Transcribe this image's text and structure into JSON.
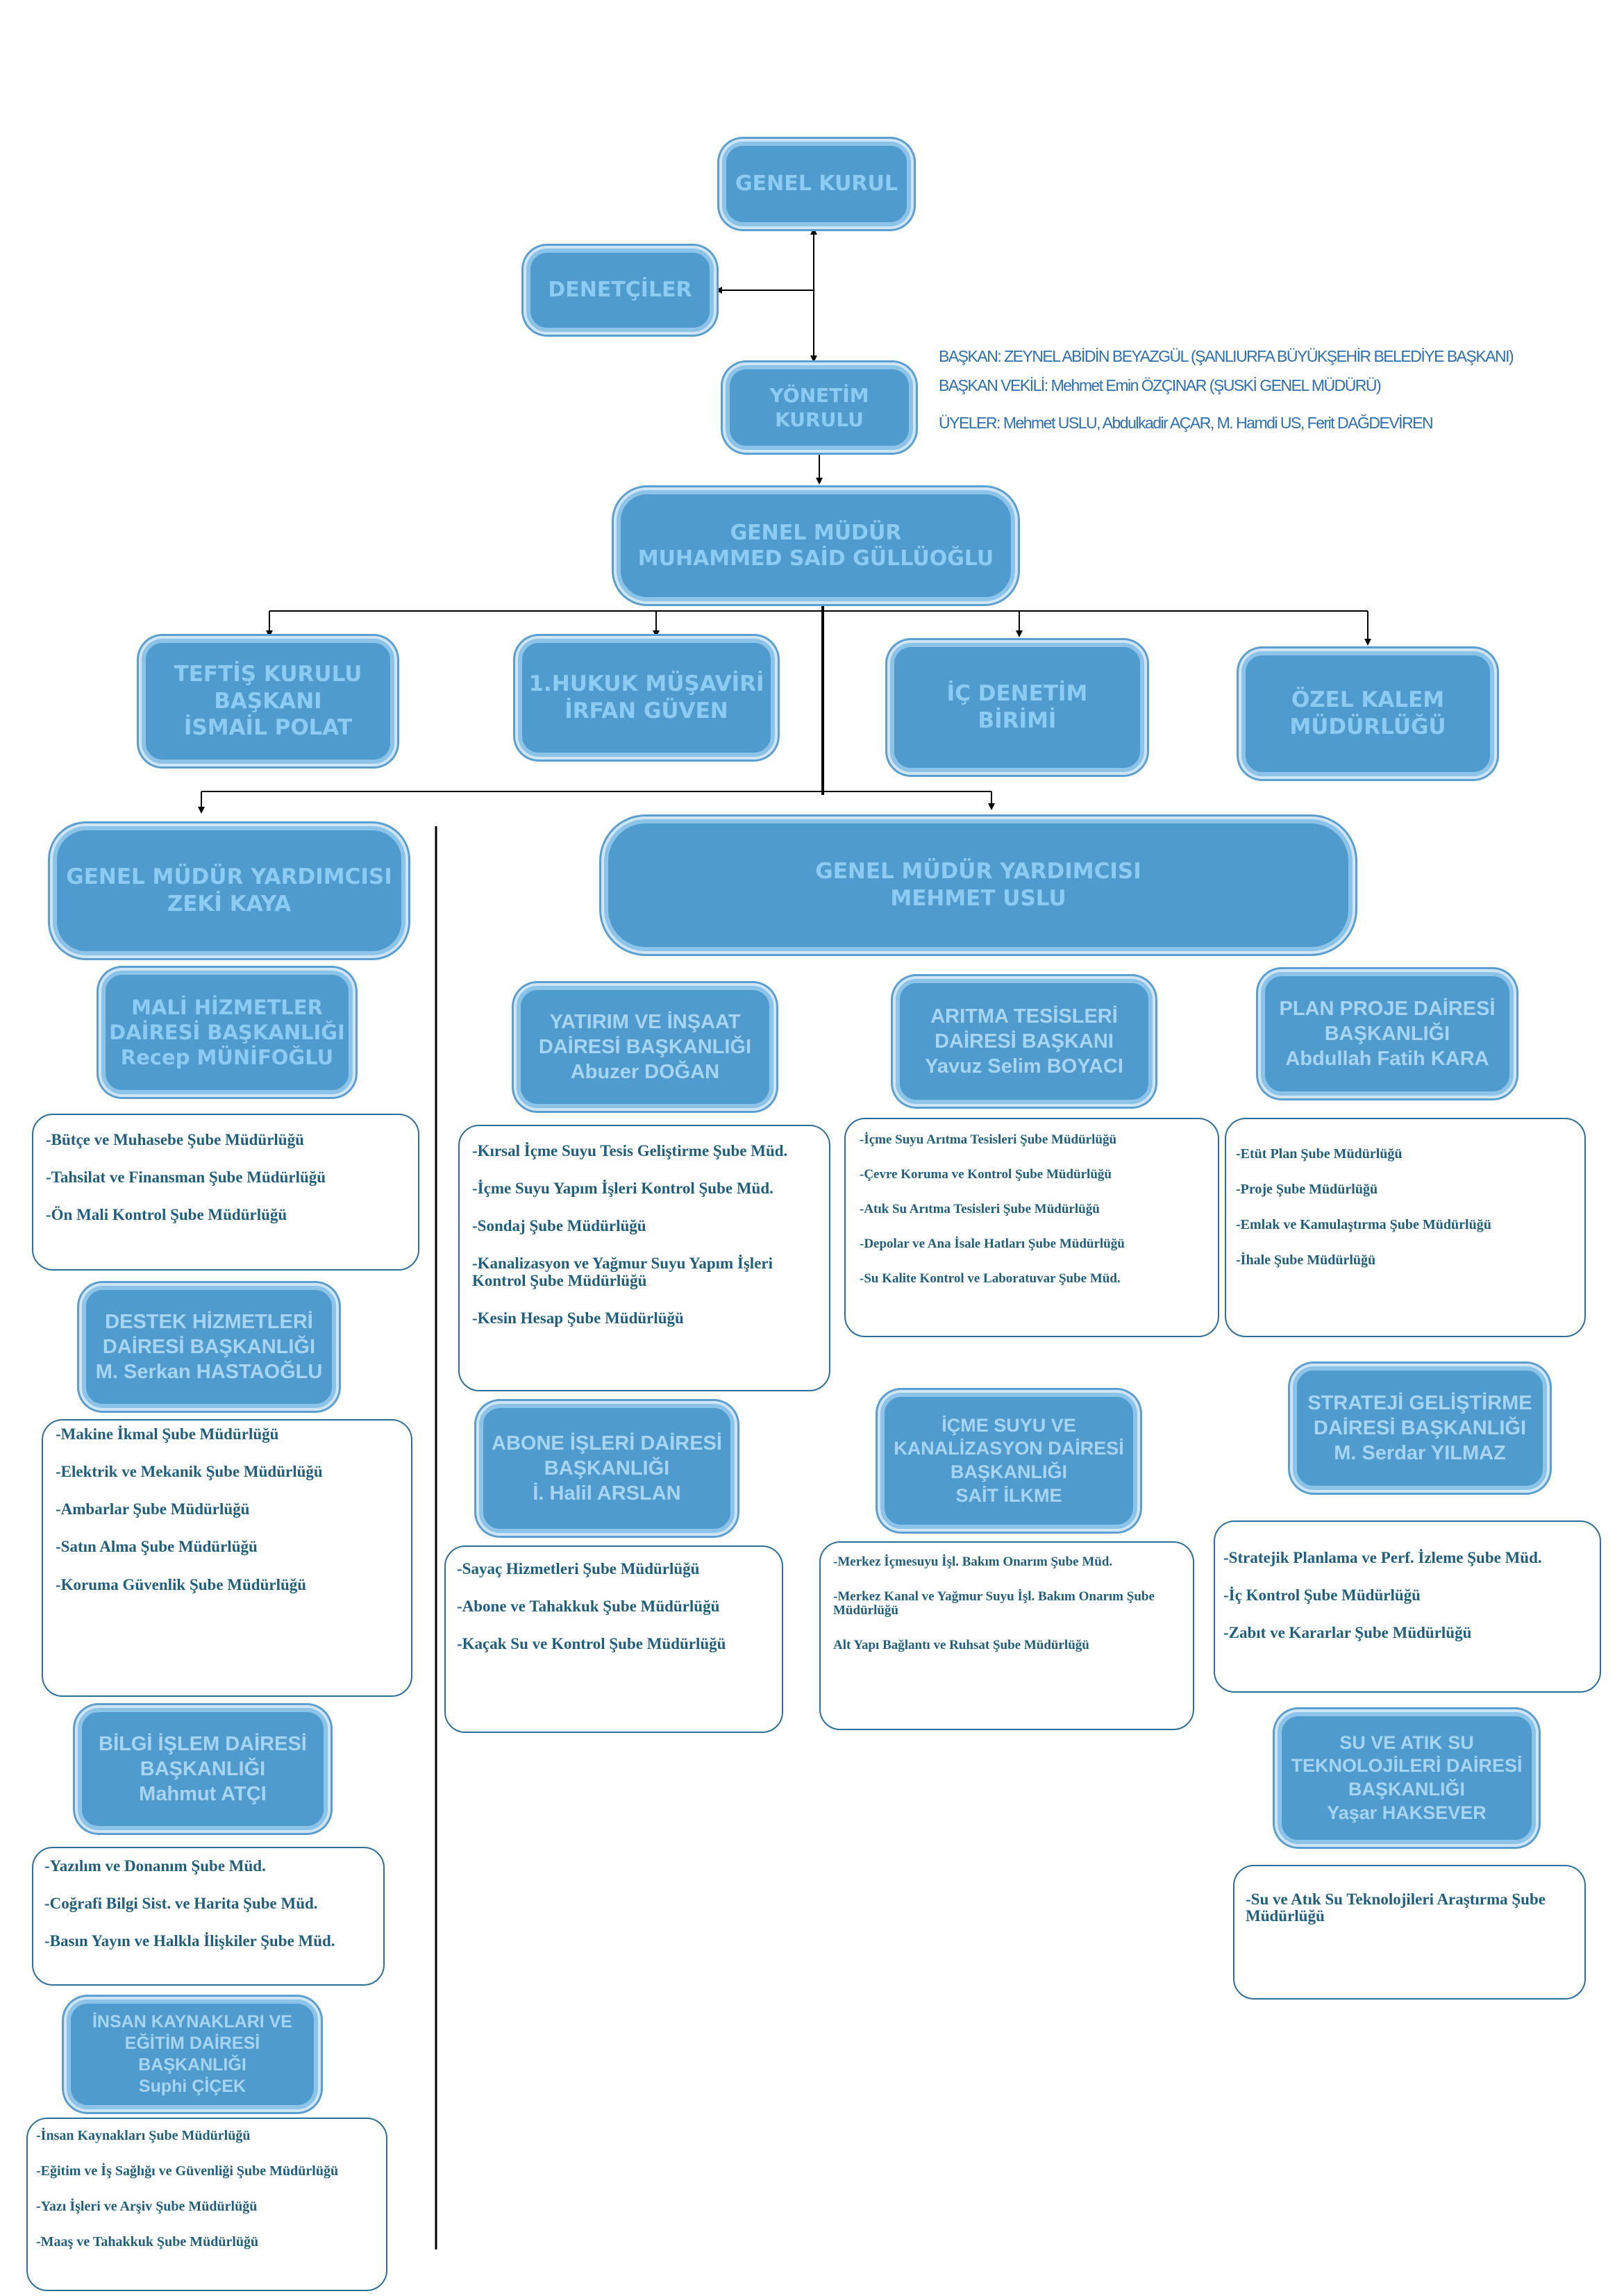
{
  "top": {
    "genel_kurul": "GENEL KURUL",
    "denetciler": "DENETÇİLER",
    "yonetim": [
      "YÖNETİM",
      "KURULU"
    ]
  },
  "board": {
    "baskan": "BAŞKAN: ZEYNEL ABİDİN BEYAZGÜL (ŞANLIURFA BÜYÜKŞEHİR BELEDİYE BAŞKANI)",
    "baskan_vekili": "BAŞKAN VEKİLİ: Mehmet Emin ÖZÇINAR (ŞUSKİ GENEL MÜDÜRÜ)",
    "uyeler": "ÜYELER: Mehmet USLU, Abdulkadir AÇAR, M. Hamdi US, Ferit DAĞDEVİREN"
  },
  "genel_mudur": [
    "GENEL MÜDÜR",
    "MUHAMMED SAİD GÜLLÜOĞLU"
  ],
  "units": {
    "teftis": [
      "TEFTİŞ KURULU",
      "BAŞKANI",
      "İSMAİL POLAT"
    ],
    "hukuk": [
      "1.HUKUK MÜŞAVİRİ",
      "İRFAN GÜVEN"
    ],
    "ic_denetim": [
      "İÇ DENETİM",
      "BİRİMİ"
    ],
    "ozel_kalem": [
      "ÖZEL KALEM",
      "MÜDÜRLÜĞÜ"
    ]
  },
  "gmy1": [
    "GENEL MÜDÜR YARDIMCISI",
    "ZEKİ KAYA"
  ],
  "gmy2": [
    "GENEL MÜDÜR YARDIMCISI",
    "MEHMET USLU"
  ],
  "depts": {
    "mali": {
      "title": [
        "MALİ HİZMETLER",
        "DAİRESİ BAŞKANLIĞI",
        "Recep MÜNİFOĞLU"
      ],
      "items": [
        "-Bütçe ve Muhasebe Şube Müdürlüğü",
        "-Tahsilat ve Finansman Şube Müdürlüğü",
        "-Ön Mali Kontrol Şube Müdürlüğü"
      ]
    },
    "destek": {
      "title": [
        "DESTEK HİZMETLERİ",
        "DAİRESİ BAŞKANLIĞI",
        "M. Serkan HASTAOĞLU"
      ],
      "items": [
        "-Makine İkmal Şube Müdürlüğü",
        "-Elektrik ve Mekanik Şube Müdürlüğü",
        "-Ambarlar Şube Müdürlüğü",
        "-Satın Alma Şube Müdürlüğü",
        "-Koruma Güvenlik Şube Müdürlüğü"
      ]
    },
    "bilgi": {
      "title": [
        "BİLGİ İŞLEM DAİRESİ",
        "BAŞKANLIĞI",
        "Mahmut ATÇI"
      ],
      "items": [
        "-Yazılım ve Donanım Şube Müd.",
        "-Coğrafi Bilgi Sist. ve Harita Şube Müd.",
        "-Basın Yayın ve Halkla İlişkiler Şube Müd."
      ]
    },
    "insan": {
      "title": [
        "İNSAN KAYNAKLARI VE",
        "EĞİTİM DAİRESİ BAŞKANLIĞI",
        "Suphi ÇİÇEK"
      ],
      "items": [
        "-İnsan Kaynakları Şube Müdürlüğü",
        "-Eğitim ve İş Sağlığı ve Güvenliği Şube Müdürlüğü",
        "-Yazı İşleri ve Arşiv Şube Müdürlüğü",
        "-Maaş ve Tahakkuk Şube Müdürlüğü"
      ]
    },
    "yatirim": {
      "title": [
        "YATIRIM VE İNŞAAT",
        "DAİRESİ BAŞKANLIĞI",
        "Abuzer DOĞAN"
      ],
      "items": [
        "-Kırsal İçme Suyu Tesis Geliştirme Şube Müd.",
        "-İçme Suyu Yapım İşleri Kontrol Şube Müd.",
        "-Sondaj Şube Müdürlüğü",
        "-Kanalizasyon ve Yağmur Suyu Yapım İşleri Kontrol Şube Müdürlüğü",
        "-Kesin Hesap Şube Müdürlüğü"
      ]
    },
    "aritma": {
      "title": [
        "ARITMA TESİSLERİ",
        "DAİRESİ BAŞKANI",
        "Yavuz Selim BOYACI"
      ],
      "items": [
        "-İçme Suyu Arıtma Tesisleri Şube Müdürlüğü",
        "-Çevre Koruma ve Kontrol Şube Müdürlüğü",
        "-Atık Su Arıtma Tesisleri Şube Müdürlüğü",
        "-Depolar ve Ana İsale Hatları Şube Müdürlüğü",
        "-Su Kalite Kontrol ve Laboratuvar Şube Müd."
      ]
    },
    "plan": {
      "title": [
        "PLAN PROJE DAİRESİ",
        "BAŞKANLIĞI",
        "Abdullah Fatih KARA"
      ],
      "items": [
        "-Etüt Plan Şube Müdürlüğü",
        "-Proje Şube Müdürlüğü",
        "-Emlak ve Kamulaştırma Şube Müdürlüğü",
        "-İhale Şube Müdürlüğü"
      ]
    },
    "abone": {
      "title": [
        "ABONE İŞLERİ DAİRESİ",
        "BAŞKANLIĞI",
        "İ. Halil ARSLAN"
      ],
      "items": [
        "-Sayaç Hizmetleri Şube Müdürlüğü",
        "-Abone ve Tahakkuk Şube Müdürlüğü",
        "-Kaçak Su ve Kontrol Şube Müdürlüğü"
      ]
    },
    "icme": {
      "title": [
        "İÇME SUYU VE",
        "KANALİZASYON DAİRESİ",
        "BAŞKANLIĞI",
        "SAİT İLKME"
      ],
      "items": [
        "-Merkez İçmesuyu İşl. Bakım Onarım Şube Müd.",
        "-Merkez Kanal ve Yağmur Suyu İşl. Bakım Onarım Şube Müdürlüğü",
        "Alt Yapı Bağlantı ve Ruhsat Şube Müdürlüğü"
      ]
    },
    "strateji": {
      "title": [
        "STRATEJİ GELİŞTİRME",
        "DAİRESİ BAŞKANLIĞI",
        "M. Serdar YILMAZ"
      ],
      "items": [
        "-Stratejik Planlama ve Perf. İzleme Şube Müd.",
        "-İç Kontrol Şube Müdürlüğü",
        "-Zabıt ve Kararlar Şube Müdürlüğü"
      ]
    },
    "su_atik": {
      "title": [
        "SU VE ATIK SU",
        "TEKNOLOJİLERİ DAİRESİ",
        "BAŞKANLIĞI",
        "Yaşar HAKSEVER"
      ],
      "items": [
        "-Su ve Atık Su Teknolojileri Araştırma Şube Müdürlüğü"
      ]
    }
  }
}
